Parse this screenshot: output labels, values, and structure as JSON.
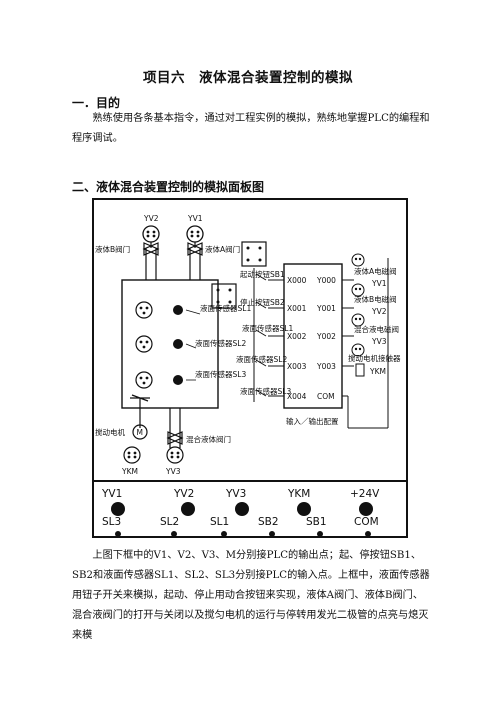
{
  "document": {
    "title": "项目六　液体混合装置控制的模拟",
    "section1": {
      "heading": "一．目的",
      "body": "熟练使用各条基本指令，通过对工程实例的模拟，熟练地掌握PLC的编程和程序调试。"
    },
    "section2": {
      "heading": "二、液体混合装置控制的模拟面板图"
    },
    "diagram": {
      "tank_labels": {
        "yv2": "YV2",
        "yv1": "YV1",
        "valve_b": "液体B阀门",
        "valve_a": "液体A阀门",
        "sl1": "液面传感器SL1",
        "sl2": "液面传感器SL2",
        "sl3": "液面传感器SL3",
        "motor_label": "搅动电机",
        "motor_symbol": "M",
        "mix_valve": "混合液体阀门",
        "ykm": "YKM",
        "yv3": "YV3"
      },
      "switch_labels": {
        "start": "起动按钮SB1",
        "stop": "停止按钮SB2",
        "sl1": "液面传感器SL1",
        "sl2": "液面传感器SL2",
        "sl3": "液面传感器SL3",
        "sl1_b": "液面传感器SL1",
        "sl2_b": "液面传感器SL2",
        "sl3_b": "液面传感器SL3"
      },
      "plc": {
        "inputs": [
          "X000",
          "X001",
          "X002",
          "X003",
          "X004"
        ],
        "outputs": [
          "Y000",
          "Y001",
          "Y002",
          "Y003",
          "COM"
        ],
        "caption": "输入／输出配置"
      },
      "output_labels": {
        "a_valve": "液体A电磁阀",
        "yv1": "YV1",
        "b_valve": "液体B电磁阀",
        "yv2": "YV2",
        "mix_valve": "混合液电磁阀",
        "yv3": "YV3",
        "motor_contactor": "搅动电机接触器",
        "ykm": "YKM"
      },
      "terminals_row1": [
        "YV1",
        "YV2",
        "YV3",
        "YKM",
        "+24V"
      ],
      "terminals_row2": [
        "SL3",
        "SL2",
        "SL1",
        "SB2",
        "SB1",
        "COM"
      ]
    },
    "explanation": "上图下框中的V1、V2、V3、M分别接PLC的输出点；起、停按钮SB1、SB2和液面传感器SL1、SL2、SL3分别接PLC的输入点。上框中，液面传感器用钮子开关来模拟，起动、停止用动合按钮来实现，液体A阀门、液体B阀门、混合液阀门的打开与关闭以及搅匀电机的运行与停转用发光二极管的点亮与熄灭来模"
  }
}
